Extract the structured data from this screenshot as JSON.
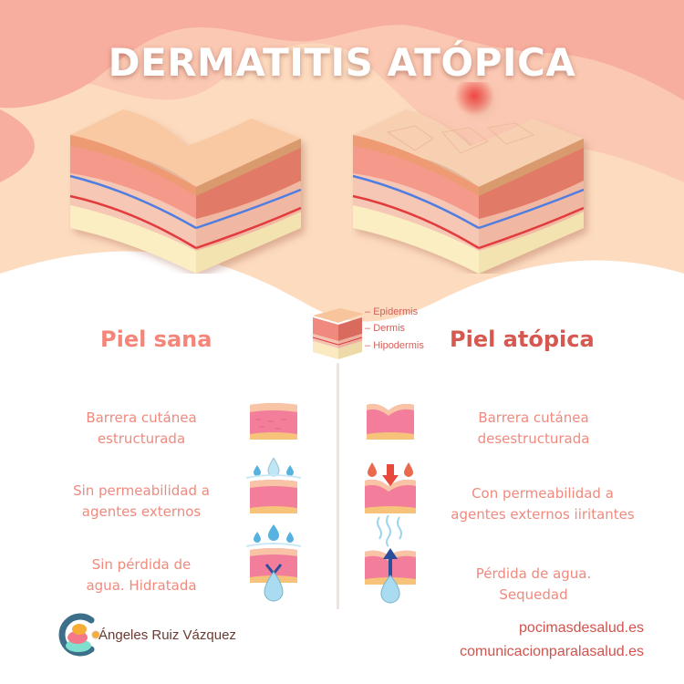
{
  "title": "DERMATITIS ATÓPICA",
  "colors": {
    "background_top": "#f7ae9f",
    "background_mid": "#fbc9b3",
    "background_low": "#fddbbf",
    "heading_healthy": "#f58579",
    "heading_atopic": "#d6584f",
    "feature_text": "#f08a7e",
    "site_text": "#d0534d"
  },
  "illustrations": {
    "healthy_cube": "healthy-skin-cross-section",
    "atopic_cube": "atopic-skin-cross-section-with-inflammation"
  },
  "legend": {
    "layers": [
      "Epidermis",
      "Dermis",
      "Hipodermis"
    ]
  },
  "columns": {
    "healthy": {
      "heading": "Piel sana",
      "features": [
        {
          "line1": "Barrera cutánea",
          "line2": "estructurada",
          "icon": "intact-skin-barrier-icon"
        },
        {
          "line1": "Sin permeabilidad a",
          "line2": "agentes externos",
          "icon": "water-drops-repelled-icon"
        },
        {
          "line1": "Sin pérdida de",
          "line2": "agua. Hidratada",
          "icon": "water-retained-icon"
        }
      ]
    },
    "atopic": {
      "heading": "Piel atópica",
      "features": [
        {
          "line1": "Barrera cutánea",
          "line2": "desestructurada",
          "icon": "damaged-skin-barrier-icon"
        },
        {
          "line1": "Con permeabilidad a",
          "line2": "agentes externos iiritantes",
          "icon": "irritants-penetrating-icon"
        },
        {
          "line1": "Pérdida de agua.",
          "line2": "Sequedad",
          "icon": "water-loss-icon"
        }
      ]
    }
  },
  "footer": {
    "author": "Ángeles Ruiz Vázquez",
    "sites": [
      "pocimasdesalud.es",
      "comunicacionparalasalud.es"
    ]
  }
}
